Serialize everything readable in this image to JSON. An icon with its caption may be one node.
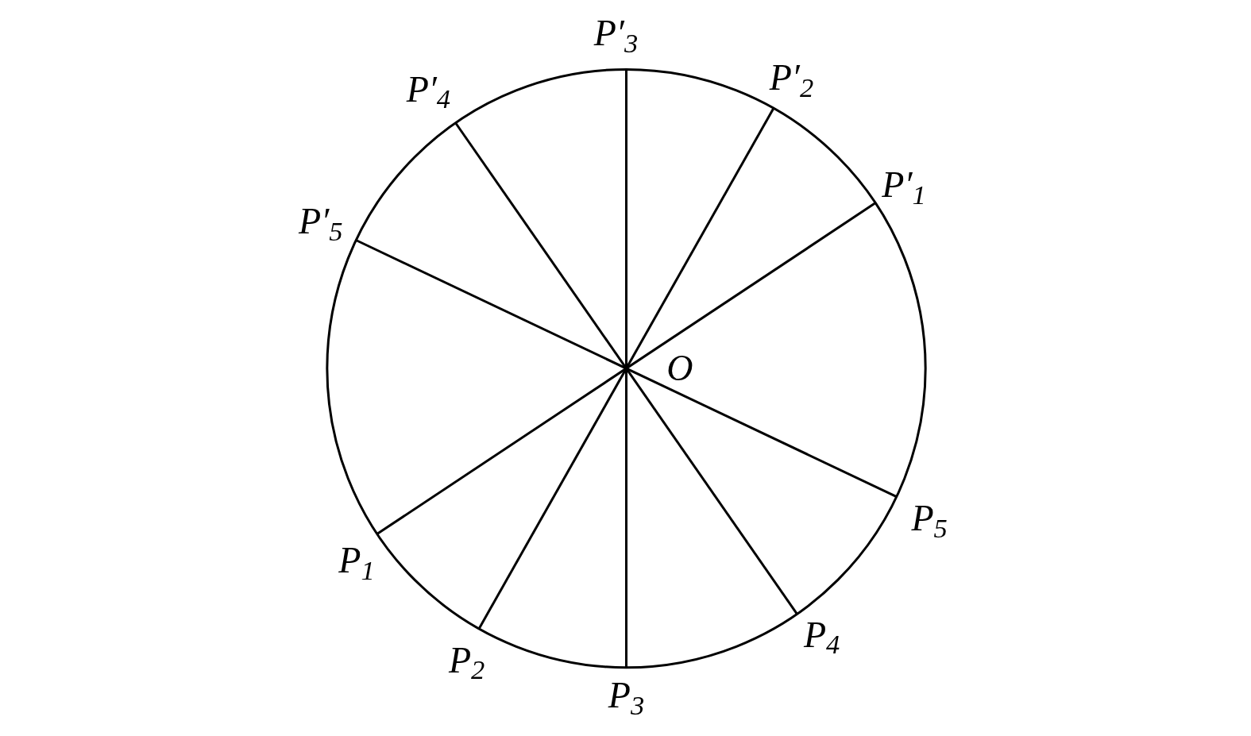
{
  "diagram": {
    "labels": [
      "P′$_{3}$",
      "P′$_{2}$",
      "P′$_{4}$",
      "P′$_{1}$",
      "P′$_{5}$",
      "O",
      "P$_{5}$",
      "P$_{1}$",
      "P$_{4}$",
      "P$_{2}$",
      "P$_{3}$"
    ]
  }
}
